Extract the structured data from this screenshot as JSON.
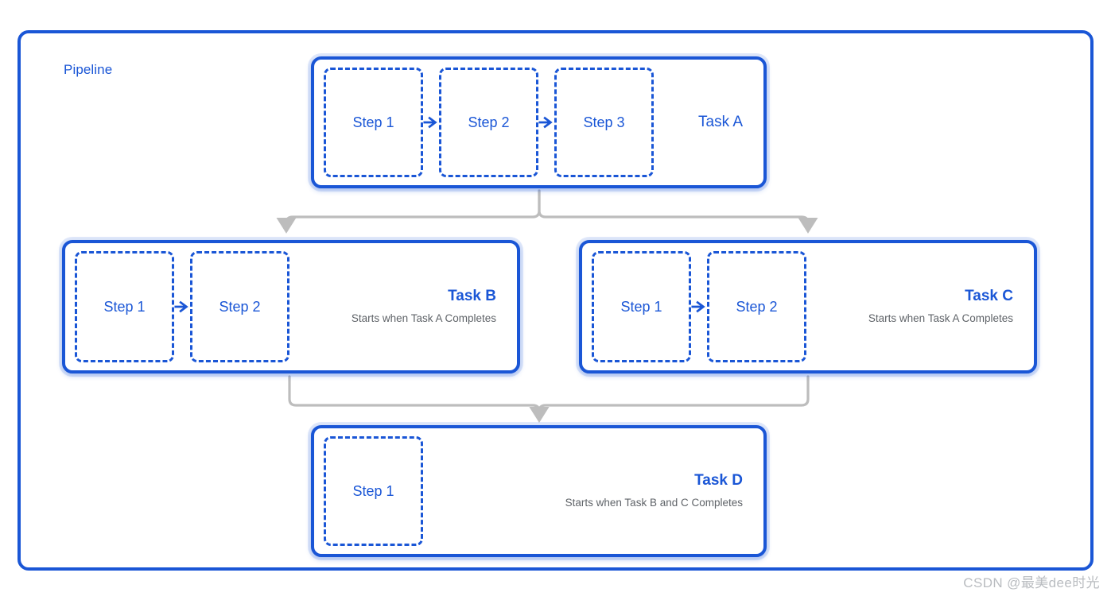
{
  "pipeline": {
    "label": "Pipeline",
    "accent_color": "#1a56d6",
    "muted_color": "#5f6368",
    "connector_color": "#bdbdbd"
  },
  "tasks": [
    {
      "id": "task-a",
      "title": "Task A",
      "subtitle": "",
      "steps": [
        {
          "label": "Step 1"
        },
        {
          "label": "Step 2"
        },
        {
          "label": "Step 3"
        }
      ],
      "arrow_icons": [
        "arrow-right-icon",
        "arrow-right-icon"
      ]
    },
    {
      "id": "task-b",
      "title": "Task B",
      "subtitle": "Starts when Task A Completes",
      "steps": [
        {
          "label": "Step 1"
        },
        {
          "label": "Step 2"
        }
      ],
      "arrow_icons": [
        "arrow-right-icon"
      ]
    },
    {
      "id": "task-c",
      "title": "Task C",
      "subtitle": "Starts when Task A Completes",
      "steps": [
        {
          "label": "Step 1"
        },
        {
          "label": "Step 2"
        }
      ],
      "arrow_icons": [
        "arrow-right-icon"
      ]
    },
    {
      "id": "task-d",
      "title": "Task D",
      "subtitle": "Starts when Task B and C Completes",
      "steps": [
        {
          "label": "Step 1"
        }
      ],
      "arrow_icons": []
    }
  ],
  "connectors": [
    {
      "from": "task-a",
      "to": "task-b",
      "icon": "arrow-down-icon"
    },
    {
      "from": "task-a",
      "to": "task-c",
      "icon": "arrow-down-icon"
    },
    {
      "from": "task-b",
      "to": "task-d",
      "icon": "arrow-down-icon"
    },
    {
      "from": "task-c",
      "to": "task-d",
      "icon": "arrow-down-icon"
    }
  ],
  "watermark": "CSDN @最美dee时光"
}
